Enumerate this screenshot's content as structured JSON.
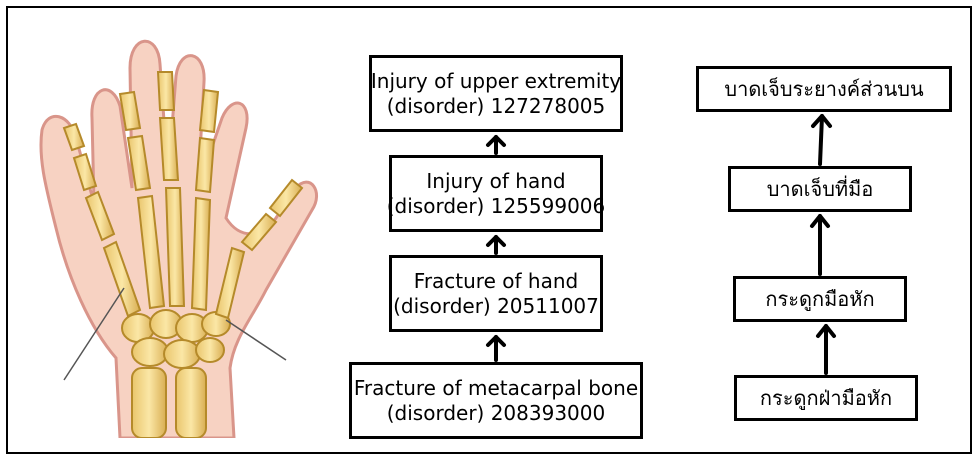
{
  "english_chain": [
    {
      "line1": "Injury of upper extremity",
      "line2": "(disorder) 127278005"
    },
    {
      "line1": "Injury of hand",
      "line2": "(disorder) 125599006"
    },
    {
      "line1": "Fracture of hand",
      "line2": "(disorder) 20511007"
    },
    {
      "line1": "Fracture of metacarpal bone",
      "line2": "(disorder) 208393000"
    }
  ],
  "thai_chain": [
    {
      "label": "บาดเจ็บระยางค์ส่วนบน"
    },
    {
      "label": "บาดเจ็บที่มือ"
    },
    {
      "label": "กระดูกมือหัก"
    },
    {
      "label": "กระดูกฝ่ามือหัก"
    }
  ],
  "colors": {
    "bone_fill": "#f4d98a",
    "bone_stroke": "#b58a2a",
    "skin_fill": "#f7d2c2",
    "skin_stroke": "#d9958a",
    "box_border": "#000000"
  }
}
